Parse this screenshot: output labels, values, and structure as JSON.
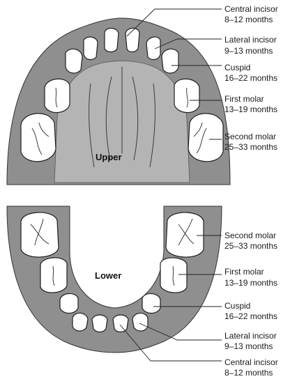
{
  "upper": {
    "jaw_label": "Upper",
    "labels": [
      {
        "name": "Central incisor",
        "age": "8–12 months"
      },
      {
        "name": "Lateral incisor",
        "age": "9–13 months"
      },
      {
        "name": "Cuspid",
        "age": "16–22 months"
      },
      {
        "name": "First molar",
        "age": "13–19 months"
      },
      {
        "name": "Second molar",
        "age": "25–33 months"
      }
    ]
  },
  "lower": {
    "jaw_label": "Lower",
    "labels": [
      {
        "name": "Second molar",
        "age": "25–33 months"
      },
      {
        "name": "First molar",
        "age": "13–19 months"
      },
      {
        "name": "Cuspid",
        "age": "16–22 months"
      },
      {
        "name": "Lateral incisor",
        "age": "9–13 months"
      },
      {
        "name": "Central incisor",
        "age": "8–12 months"
      }
    ]
  }
}
